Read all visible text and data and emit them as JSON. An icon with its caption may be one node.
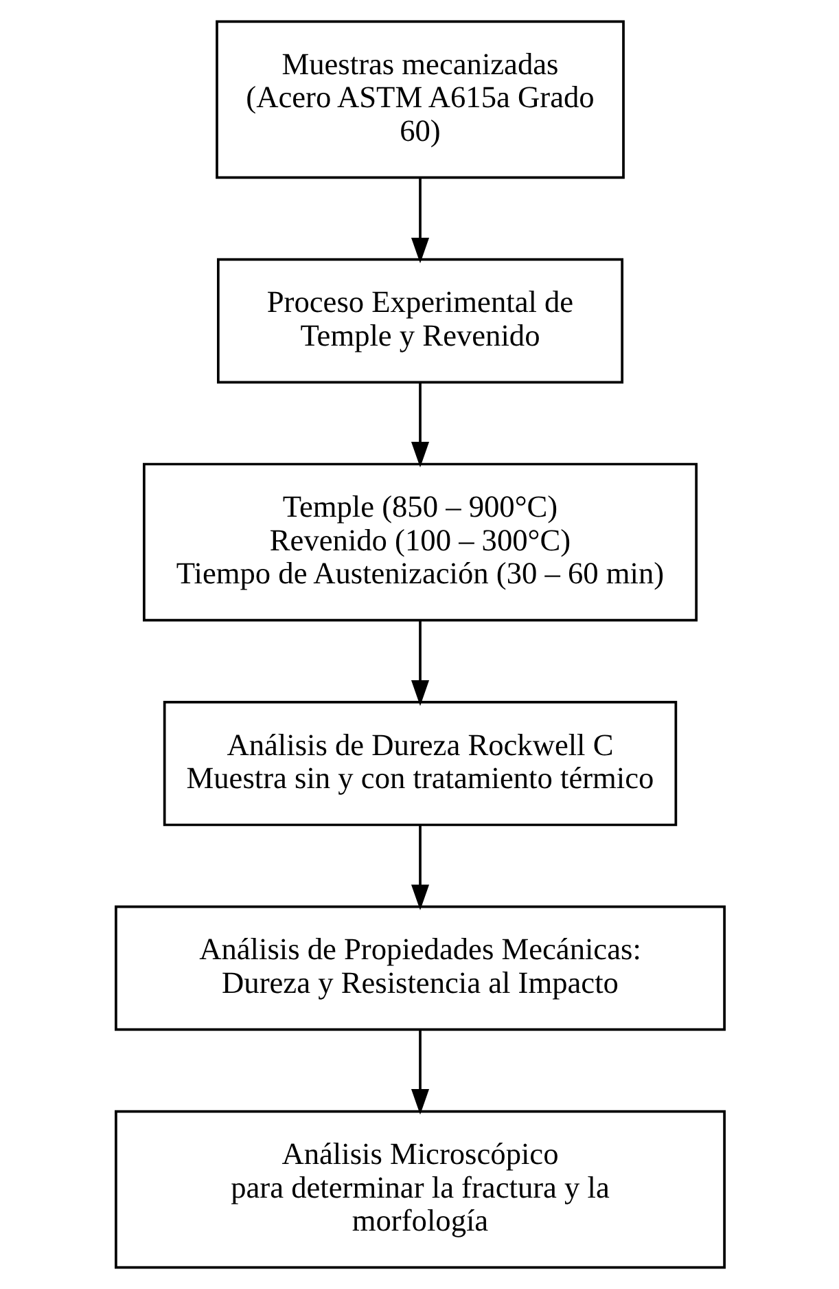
{
  "diagram": {
    "nodes": [
      {
        "text": [
          "Muestras mecanizadas (Acero ASTM A615a Grado 60)"
        ]
      },
      {
        "text": [
          "Proceso Experimental de Temple y Revenido"
        ]
      },
      {
        "text": [
          "Temple (850 – 900°C)",
          "Revenido (100 – 300°C)",
          "Tiempo de Austenización (30 – 60 min)"
        ]
      },
      {
        "text": [
          "Análisis de Dureza Rockwell C",
          "Muestra sin y con tratamiento térmico"
        ]
      },
      {
        "text": [
          "Análisis de Propiedades Mecánicas: Dureza y Resistencia al Impacto"
        ]
      },
      {
        "text": [
          "Análisis Microscópico",
          "para determinar la fractura y la morfología"
        ]
      }
    ],
    "edges": [
      {
        "from": 0,
        "to": 1,
        "arrow": "to"
      },
      {
        "from": 1,
        "to": 2,
        "arrow": "to"
      },
      {
        "from": 2,
        "to": 3,
        "arrow": "to"
      },
      {
        "from": 3,
        "to": 4,
        "arrow": "to"
      },
      {
        "from": 4,
        "to": 5,
        "arrow": "to"
      }
    ]
  }
}
